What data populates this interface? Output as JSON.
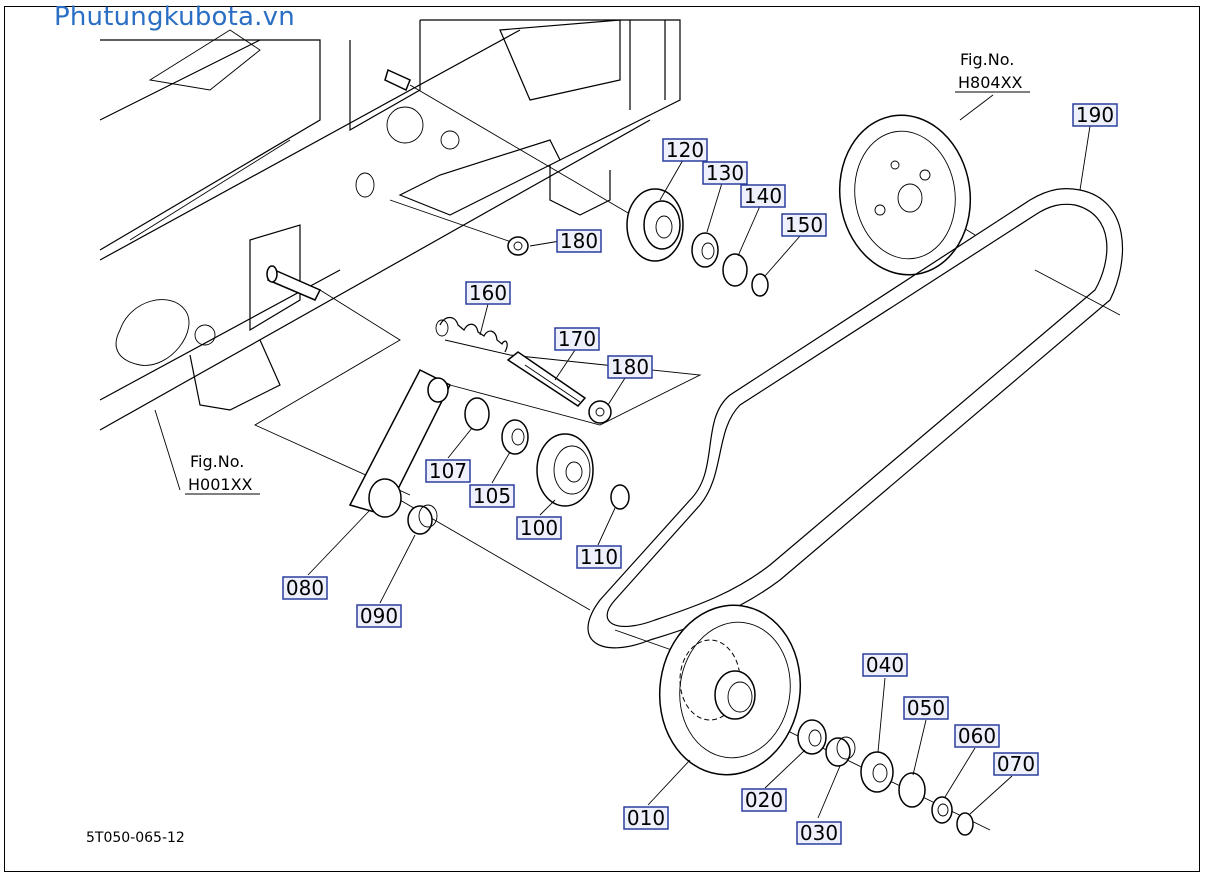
{
  "watermark": "Phutungkubota.vn",
  "drawing_code": "5T050-065-12",
  "figure_refs": [
    {
      "label": "Fig.No.",
      "ref": "H804XX"
    },
    {
      "label": "Fig.No.",
      "ref": "H001XX"
    }
  ],
  "callouts": [
    "010",
    "020",
    "030",
    "040",
    "050",
    "060",
    "070",
    "080",
    "090",
    "100",
    "105",
    "107",
    "110",
    "120",
    "130",
    "140",
    "150",
    "160",
    "170",
    "180",
    "180",
    "190"
  ],
  "colors": {
    "watermark": "#2a6fc4",
    "callout_border": "#2c3e9e",
    "callout_fill": "#eef1fb"
  }
}
